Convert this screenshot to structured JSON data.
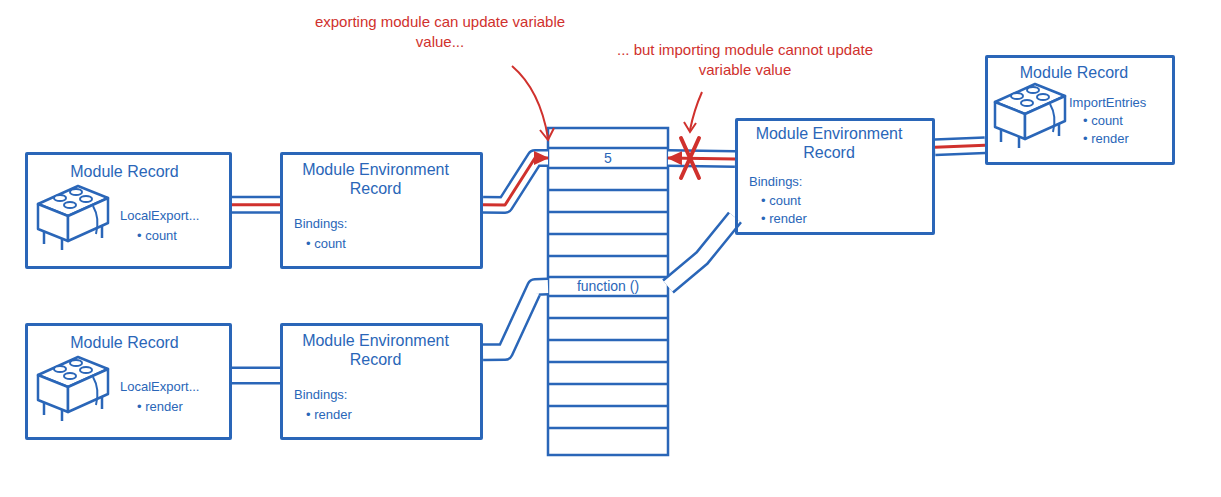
{
  "diagram": {
    "nodes": [
      {
        "text": [
          "Module Record",
          "LocalExport...",
          "• count"
        ]
      },
      {
        "text": [
          "Module Environment Record",
          "Bindings:",
          "• count"
        ]
      },
      {
        "text": [
          "Module Record",
          "LocalExport...",
          "• render"
        ]
      },
      {
        "text": [
          "Module Environment Record",
          "Bindings:",
          "• render"
        ]
      },
      {
        "text": [
          "5"
        ]
      },
      {
        "text": [
          "function ()"
        ]
      },
      {
        "text": [
          "Module Environment Record",
          "Bindings:",
          "• count",
          "• render"
        ]
      },
      {
        "text": [
          "Module Record",
          "ImportEntries",
          "• count",
          "• render"
        ]
      }
    ],
    "edges": [
      {
        "from": 0,
        "to": 1,
        "arrow": "none"
      },
      {
        "from": 1,
        "to": 4,
        "arrow": "to"
      },
      {
        "from": 2,
        "to": 3,
        "arrow": "none"
      },
      {
        "from": 3,
        "to": 5,
        "arrow": "none"
      },
      {
        "from": 7,
        "to": 6,
        "arrow": "none"
      },
      {
        "from": 6,
        "to": 4,
        "arrow": "to"
      },
      {
        "from": 6,
        "to": 5,
        "arrow": "none"
      }
    ],
    "labels": [
      "exporting module can update variable value...",
      "... but importing module cannot update variable value"
    ]
  }
}
